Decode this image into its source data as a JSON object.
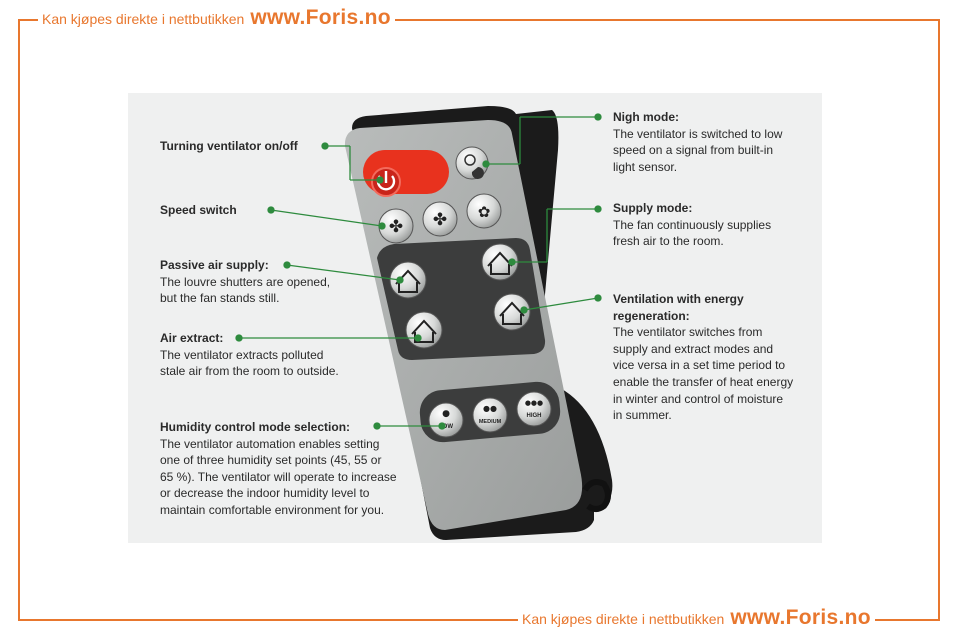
{
  "branding": {
    "text": "Kan kjøpes direkte i nettbutikken",
    "url": "www.Foris.no",
    "accent_color": "#e8772e"
  },
  "callouts": {
    "on_off": {
      "title": "Turning ventilator on/off",
      "desc": ""
    },
    "speed": {
      "title": "Speed switch",
      "desc": ""
    },
    "passive": {
      "title": "Passive air supply:",
      "desc": "The louvre shutters are opened,\nbut the fan stands still."
    },
    "extract": {
      "title": "Air extract:",
      "desc": "The ventilator extracts polluted\nstale air from the room to outside."
    },
    "humidity": {
      "title": "Humidity control mode selection:",
      "desc": "The ventilator automation enables setting\none of three humidity set points (45, 55 or\n65 %). The ventilator will operate to increase\nor decrease the indoor humidity level to\nmaintain comfortable environment for you."
    },
    "night": {
      "title": "Nigh mode:",
      "desc": "The ventilator is switched to low\nspeed on a signal from built-in\nlight sensor."
    },
    "supply": {
      "title": "Supply mode:",
      "desc": "The fan continuously supplies\nfresh air to the room."
    },
    "regen": {
      "title": "Ventilation with energy\nregeneration:",
      "desc": "The ventilator switches from\nsupply and extract modes and\nvice versa in a set time period to\nenable the transfer of heat energy\nin winter and control of moisture\nin summer."
    }
  },
  "remote": {
    "humidity_buttons": [
      "LOW",
      "MEDIUM",
      "HIGH"
    ],
    "colors": {
      "power": "#e8321e",
      "body": "#a7aaa9",
      "frame": "#1b1b1b",
      "leader": "#2e8b3e"
    }
  }
}
